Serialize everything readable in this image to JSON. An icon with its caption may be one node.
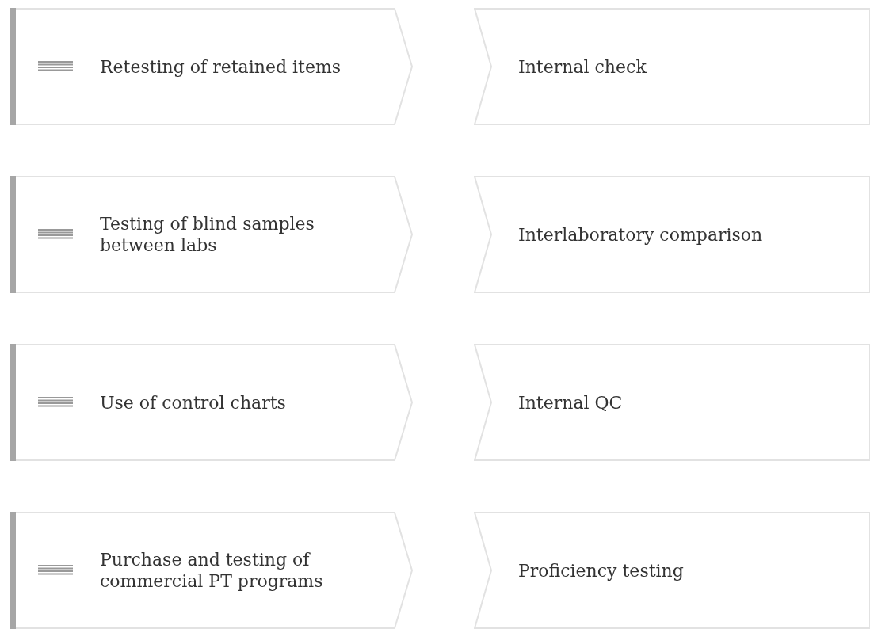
{
  "diagram": {
    "nodes": [
      {
        "text": [
          "Retesting of retained items"
        ]
      },
      {
        "text": [
          "Internal check"
        ]
      },
      {
        "text": [
          "Testing of blind samples between labs"
        ]
      },
      {
        "text": [
          "Interlaboratory comparison"
        ]
      },
      {
        "text": [
          "Use of control charts"
        ]
      },
      {
        "text": [
          "Internal QC"
        ]
      },
      {
        "text": [
          "Purchase and testing of commercial PT programs"
        ]
      },
      {
        "text": [
          "Proficiency testing"
        ]
      }
    ]
  }
}
